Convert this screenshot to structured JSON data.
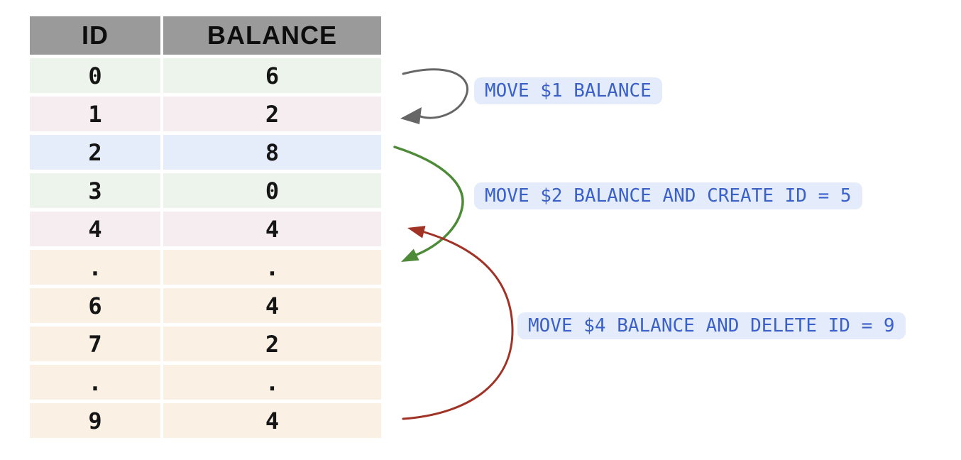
{
  "table": {
    "columns": [
      "ID",
      "BALANCE"
    ],
    "rows": [
      {
        "id": "0",
        "balance": "6",
        "tint": "green"
      },
      {
        "id": "1",
        "balance": "2",
        "tint": "pink"
      },
      {
        "id": "2",
        "balance": "8",
        "tint": "blue"
      },
      {
        "id": "3",
        "balance": "0",
        "tint": "green"
      },
      {
        "id": "4",
        "balance": "4",
        "tint": "pink"
      },
      {
        "id": ".",
        "balance": ".",
        "tint": "cream"
      },
      {
        "id": "6",
        "balance": "4",
        "tint": "cream"
      },
      {
        "id": "7",
        "balance": "2",
        "tint": "cream"
      },
      {
        "id": ".",
        "balance": ".",
        "tint": "cream"
      },
      {
        "id": "9",
        "balance": "4",
        "tint": "cream"
      }
    ]
  },
  "annotations": [
    {
      "label": "MOVE $1 BALANCE",
      "arrow": "gray-curved-arrow",
      "color": "#666666",
      "from_row_id": "0",
      "to_row_id": "1"
    },
    {
      "label": "MOVE $2 BALANCE AND CREATE ID = 5",
      "arrow": "green-curved-arrow",
      "color": "#4d8b38",
      "from_row_id": "2",
      "to_row_id": "5"
    },
    {
      "label": "MOVE $4 BALANCE AND DELETE ID = 9",
      "arrow": "red-curved-arrow",
      "color": "#a03226",
      "from_row_id": "9",
      "to_row_id": "4"
    }
  ],
  "colors": {
    "header_bg": "#9a9a9a",
    "row_green": "#edf4ec",
    "row_pink": "#f6edf1",
    "row_blue": "#e5ecfa",
    "row_cream": "#faf1e4",
    "label_bg": "#e4ecfb",
    "label_text": "#3b61c9",
    "arrow_gray": "#666666",
    "arrow_green": "#4d8b38",
    "arrow_red": "#a03226"
  }
}
